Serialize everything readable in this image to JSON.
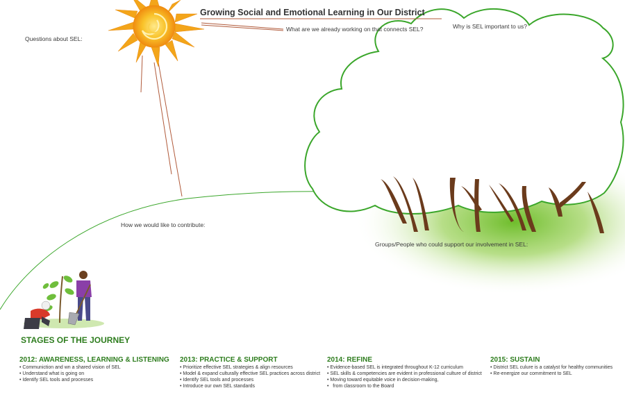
{
  "title": "Growing Social and Emotional Learning in Our District",
  "labels": {
    "questions": "Questions about SEL:",
    "already_working": "What are we already working on that connects SEL?",
    "why_important": "Why is SEL important to us?",
    "contribute": "How we would like to contribute:",
    "groups": "Groups/People who could support our involvement in SEL:"
  },
  "stages_title": "STAGES OF THE JOURNEY",
  "stages": [
    {
      "heading": "2012: AWARENESS, LEARNING & LISTENING",
      "items": [
        "Communiction and wn a shared vision of SEL",
        "Understand what is going on",
        "Identify SEL tools and processes"
      ]
    },
    {
      "heading": "2013: PRACTICE & SUPPORT",
      "items": [
        "Prioritize effective SEL strategies & align resources",
        "Model & expand culturally effective SEL practices  across district",
        "Identify SEL tools and processes",
        "Introduce our own SEL standards"
      ]
    },
    {
      "heading": "2014: REFINE",
      "items": [
        "Evidence-based SEL is integrated throughout K-12 curriculum",
        "SEL skills & competencies are evident in professional culture of district",
        "Moving toward equitable voice in decision-making,",
        "  from classroom to the Board"
      ]
    },
    {
      "heading": "2015: SUSTAIN",
      "items": [
        "District SEL culure is a catalyst for healthy communities",
        "Re-energize our commitment to SEL"
      ]
    }
  ],
  "icons": [
    "sun-icon",
    "cloud-shape",
    "tree-trunks",
    "gardeners-illustration"
  ],
  "colors": {
    "title_green": "#2e7d1e",
    "cloud_outline": "#3aa62a",
    "sun_ray_line": "#b05a3a",
    "trunk_brown": "#6b3b1c",
    "grass_green": "#7cc13a"
  }
}
